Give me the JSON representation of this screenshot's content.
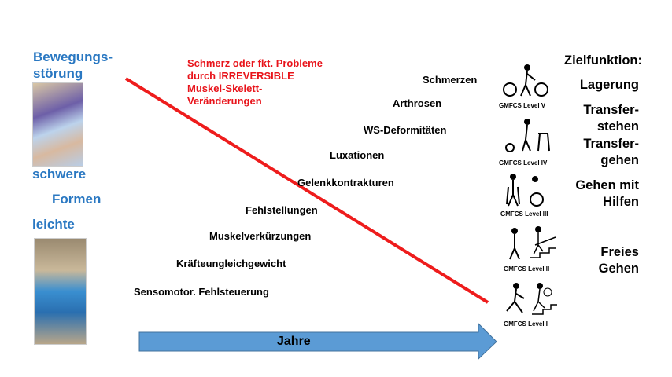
{
  "left": {
    "title_line1": "Bewegungs-",
    "title_line2": "störung",
    "severe": "schwere",
    "forms": "Formen",
    "mild": "leichte"
  },
  "note": {
    "lines": [
      "Schmerz oder fkt. Probleme",
      "durch IRREVERSIBLE",
      "Muskel-Skelett-",
      "Veränderungen"
    ],
    "color": "#e8141b"
  },
  "stages": [
    "Schmerzen",
    "Arthrosen",
    "WS-Deformitäten",
    "Luxationen",
    "Gelenkkontrakturen",
    "Fehlstellungen",
    "Muskelverkürzungen",
    "Kräfteungleichgewicht",
    "Sensomotor. Fehlsteuerung"
  ],
  "gmfcs": [
    "GMFCS Level V",
    "GMFCS Level IV",
    "GMFCS Level III",
    "GMFCS Level II",
    "GMFCS Level I"
  ],
  "goals": {
    "heading": "Zielfunktion:",
    "items": [
      "Lagerung",
      "Transfer-",
      "stehen",
      "Transfer-",
      "gehen",
      "Gehen mit",
      "Hilfen",
      "Freies",
      "Gehen"
    ]
  },
  "arrow": {
    "label": "Jahre",
    "color": "#5b9bd5"
  }
}
